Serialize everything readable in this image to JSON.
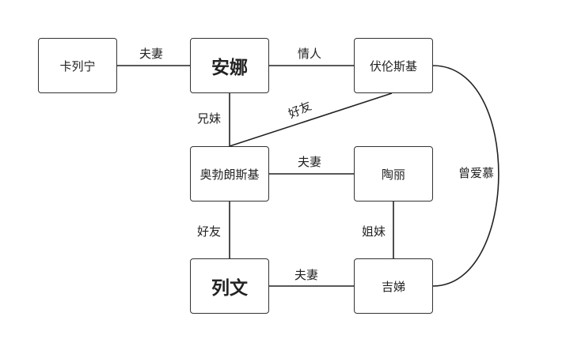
{
  "nodes": {
    "karenin": "卡列宁",
    "anna": "安娜",
    "vronsky": "伏伦斯基",
    "oblonsky": "奥勃朗斯基",
    "dolly": "陶丽",
    "levin": "列文",
    "kitty": "吉娣"
  },
  "edges": {
    "karenin_anna": "夫妻",
    "anna_vronsky": "情人",
    "anna_oblonsky": "兄妹",
    "vronsky_oblonsky": "好友",
    "oblonsky_dolly": "夫妻",
    "vronsky_kitty": "曾爱慕",
    "oblonsky_levin": "好友",
    "dolly_kitty": "姐妹",
    "levin_kitty": "夫妻"
  }
}
